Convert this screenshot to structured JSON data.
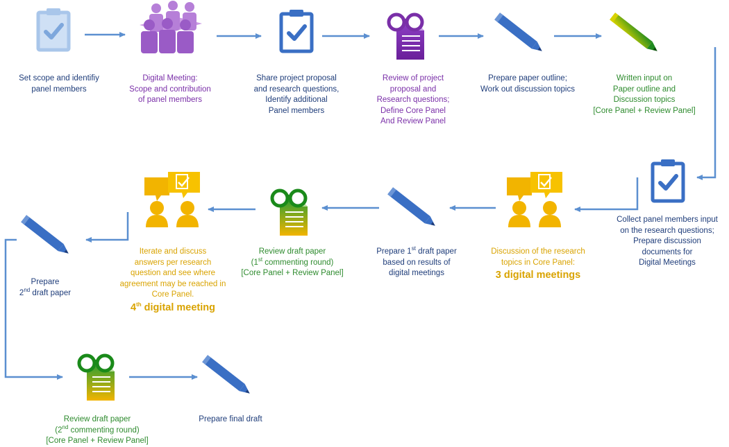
{
  "colors": {
    "blue": "#3a6fc4",
    "arrow": "#5b8fd0",
    "purple": "#7a2fa8",
    "green": "#2e8b2e",
    "yellow": "#d9a300",
    "dark_text": "#1f3d7a"
  },
  "steps": [
    {
      "id": "s1",
      "icon": "clipboard-check-icon",
      "lines": [
        "Set scope and identifiy",
        "panel members"
      ]
    },
    {
      "id": "s2",
      "icon": "people-group-icon",
      "lines": [
        "Digital Meeting:",
        "Scope and contribution",
        "of panel members"
      ]
    },
    {
      "id": "s3",
      "icon": "clipboard-check-icon",
      "lines": [
        "Share project proposal",
        "and research questions,",
        "Identify additional",
        "Panel members"
      ]
    },
    {
      "id": "s4",
      "icon": "glasses-document-icon",
      "lines": [
        "Review of project",
        "proposal and",
        "Research questions;",
        "Define Core Panel",
        "And Review Panel"
      ]
    },
    {
      "id": "s5",
      "icon": "pencil-icon",
      "lines": [
        "Prepare paper outline;",
        "Work out discussion topics"
      ]
    },
    {
      "id": "s6",
      "icon": "pencil-icon",
      "lines": [
        "Written input on",
        "Paper outline and",
        "Discussion topics",
        "[Core Panel + Review Panel]"
      ]
    },
    {
      "id": "s7",
      "icon": "clipboard-check-icon",
      "lines": [
        "Collect panel members input",
        "on the research questions;",
        "Prepare discussion",
        "documents for",
        "Digital Meetings"
      ]
    },
    {
      "id": "s8",
      "icon": "discussion-icon",
      "lines": [
        "Discussion of the research",
        "topics in Core Panel:"
      ],
      "emphasis": "3 digital meetings"
    },
    {
      "id": "s9",
      "icon": "pencil-icon",
      "line1_pre": "Prepare 1",
      "line1_sup": "st",
      "line1_post": " draft paper",
      "lines": [
        "based on results of",
        "digital meetings"
      ]
    },
    {
      "id": "s10",
      "icon": "glasses-document-icon",
      "line1": "Review draft paper",
      "line2_pre": "(1",
      "line2_sup": "st",
      "line2_post": " commenting round)",
      "lines": [
        "[Core Panel + Review Panel]"
      ]
    },
    {
      "id": "s11",
      "icon": "discussion-icon",
      "lines": [
        "Iterate and discuss",
        "answers per research",
        "question and see where",
        "agreement may be reached in",
        "Core Panel."
      ],
      "emphasis_pre": "4",
      "emphasis_sup": "th",
      "emphasis_post": " digital meeting"
    },
    {
      "id": "s12",
      "icon": "pencil-icon",
      "line1": "Prepare",
      "line2_pre": "2",
      "line2_sup": "nd",
      "line2_post": " draft paper"
    },
    {
      "id": "s13",
      "icon": "glasses-document-icon",
      "line1": "Review draft paper",
      "line2_pre": "(2",
      "line2_sup": "nd",
      "line2_post": " commenting round)",
      "lines": [
        "[Core Panel + Review Panel]"
      ]
    },
    {
      "id": "s14",
      "icon": "pencil-icon",
      "lines": [
        "Prepare final draft"
      ]
    }
  ]
}
